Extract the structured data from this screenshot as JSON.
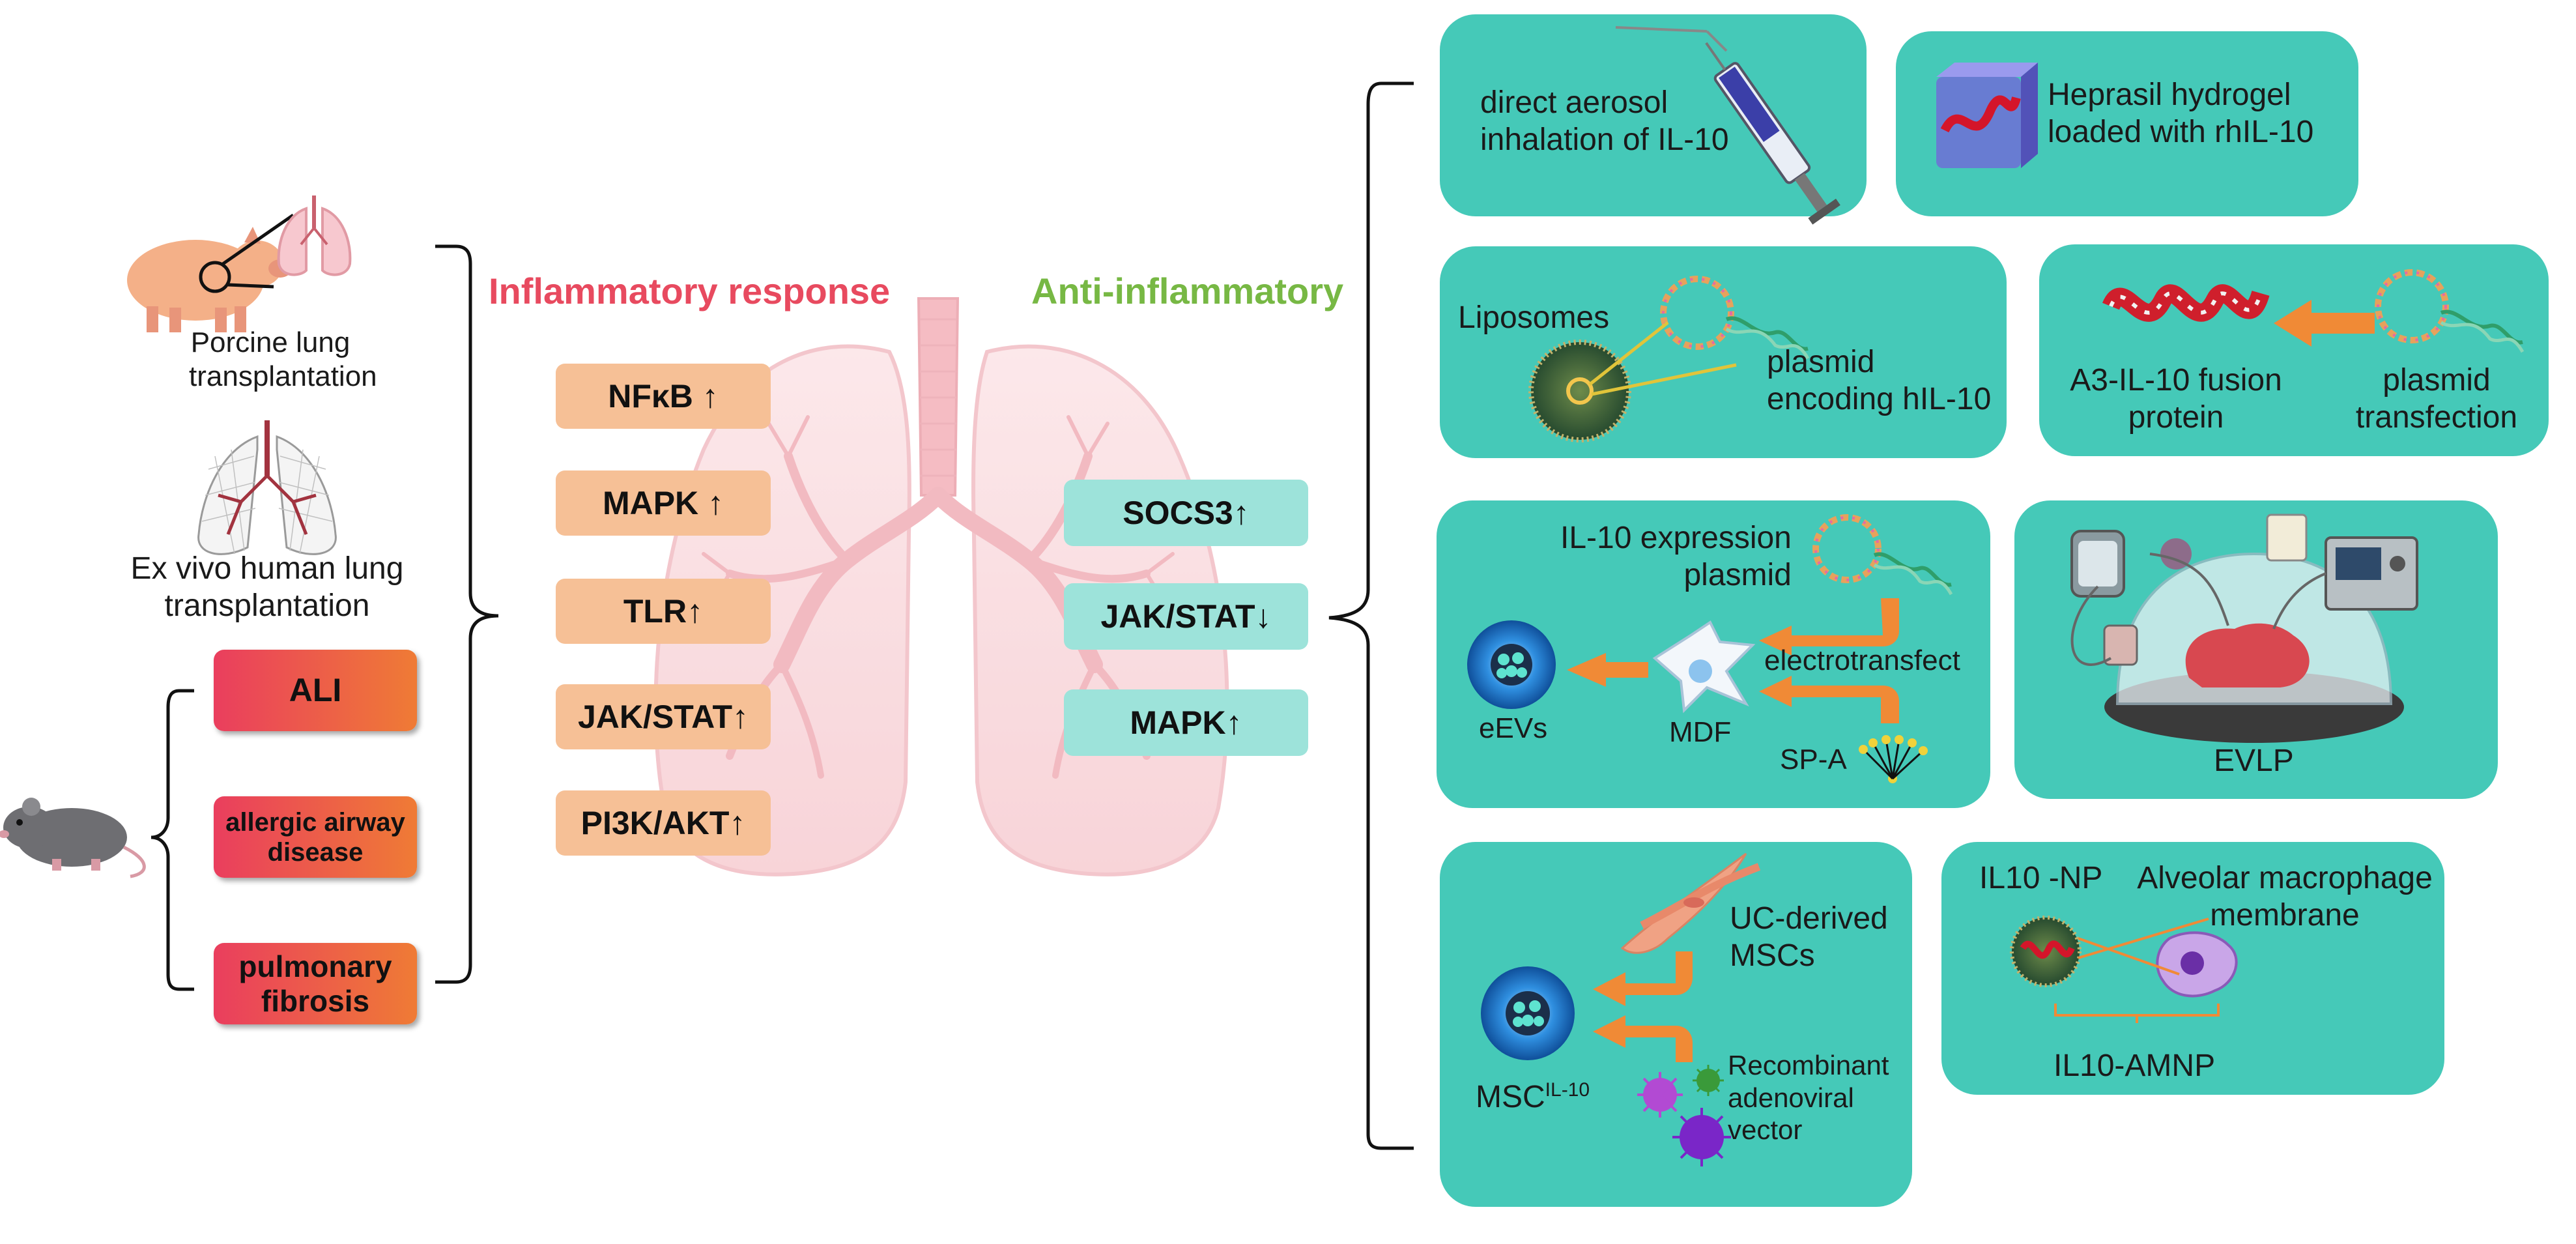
{
  "colors": {
    "inflammatory_heading": "#e84a5f",
    "anti_heading": "#77b844",
    "orange_pill": "#f6c096",
    "teal_pill": "#9de3da",
    "card_teal": "#3cc7b6",
    "arrow_orange": "#f08a36"
  },
  "models": {
    "porcine": "Porcine lung\ntransplantation",
    "ex_vivo": "Ex vivo human lung\ntransplantation",
    "diseases": [
      "ALI",
      "allergic airway\ndisease",
      "pulmonary\nfibrosis"
    ]
  },
  "headings": {
    "inflammatory": "Inflammatory response",
    "anti": "Anti-inflammatory"
  },
  "inflammatory_pathways": [
    "NFκB ↑",
    "MAPK ↑",
    "TLR↑",
    "JAK/STAT↑",
    "PI3K/AKT↑"
  ],
  "anti_pathways": [
    "SOCS3↑",
    "JAK/STAT↓",
    "MAPK↑"
  ],
  "strategies": {
    "aerosol": "direct aerosol\ninhalation of IL-10",
    "heprasil": "Heprasil hydrogel\nloaded with rhIL-10",
    "liposomes": "Liposomes",
    "plasmid_hil10": "plasmid\nencoding hIL-10",
    "a3_fusion": "A3-IL-10 fusion\nprotein",
    "plasmid_transfection": "plasmid\ntransfection",
    "il10_expression": "IL-10 expression\nplasmid",
    "electrotransfect": "electrotransfect",
    "eevs": "eEVs",
    "mdf": "MDF",
    "spa": "SP-A",
    "evlp": "EVLP",
    "uc_mscs": "UC-derived\nMSCs",
    "msc_il10_base": "MSC",
    "msc_il10_sup": "IL-10",
    "recombinant": "Recombinant\nadenoviral\nvector",
    "il10_np": "IL10 -NP",
    "alveolar": "Alveolar macrophage\nmembrane",
    "amnp": "IL10-AMNP"
  },
  "icons": [
    "pig-icon",
    "lung-icon",
    "rat-icon",
    "syringe-icon",
    "hydrogel-icon",
    "plasmid-icon",
    "helix-protein-icon",
    "liposome-icon",
    "vesicle-icon",
    "cell-icon",
    "surfactant-icon",
    "evlp-machine-icon",
    "msc-cell-icon",
    "virus-icon",
    "nanoparticle-icon",
    "macrophage-icon"
  ]
}
